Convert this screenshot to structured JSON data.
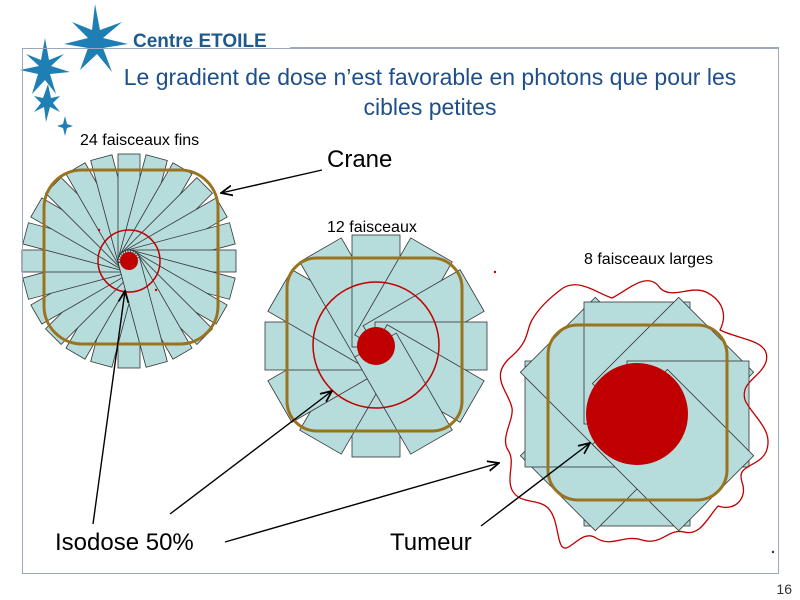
{
  "header": {
    "brand": "Centre ETOILE"
  },
  "title": "Le gradient de dose n’est favorable en photons que pour les cibles petites",
  "labels": {
    "beams_24": "24 faisceaux fins",
    "beams_12": "12 faisceaux",
    "beams_8": "8 faisceaux larges",
    "crane": "Crane",
    "isodose": "Isodose 50%",
    "tumeur": "Tumeur"
  },
  "page_number": "16",
  "colors": {
    "beam_fill": "#b6dcdc",
    "skull": "#9a7320",
    "tumor": "#c00000",
    "isodose": "#c00000",
    "brand": "#1e5a8c",
    "title": "#1f4f8a"
  }
}
